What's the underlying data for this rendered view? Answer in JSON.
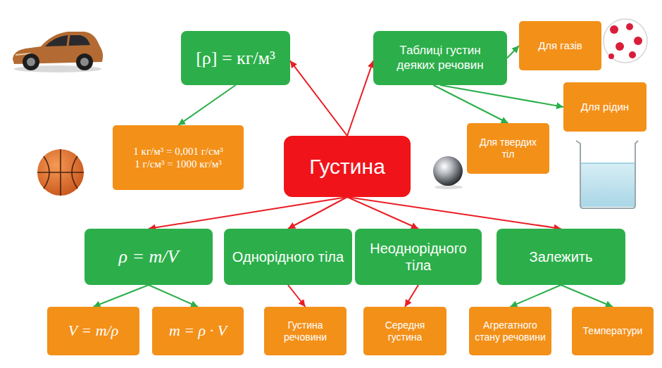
{
  "diagram": {
    "nodes": [
      {
        "text": [
          "[ρ] = кг/м³"
        ]
      },
      {
        "text": [
          "Таблиці густин деяких речовин"
        ]
      },
      {
        "text": [
          "Для газів"
        ]
      },
      {
        "text": [
          "Для рідин"
        ]
      },
      {
        "text": [
          "1 кг/м³ = 0,001 г/см³",
          "1 г/см³ = 1000 кг/м³"
        ]
      },
      {
        "text": [
          "Густина"
        ]
      },
      {
        "text": [
          "Для твердих тіл"
        ]
      },
      {
        "text": [
          "ρ = m/V"
        ]
      },
      {
        "text": [
          "Однорідного тіла"
        ]
      },
      {
        "text": [
          "Неоднорідного тіла"
        ]
      },
      {
        "text": [
          "Залежить"
        ]
      },
      {
        "text": [
          "V = m/ρ"
        ]
      },
      {
        "text": [
          "m = ρ · V"
        ]
      },
      {
        "text": [
          "Густина речовини"
        ]
      },
      {
        "text": [
          "Середня густина"
        ]
      },
      {
        "text": [
          "Агрегатного стану речовини"
        ]
      },
      {
        "text": [
          "Температури"
        ]
      }
    ],
    "edges": [
      {
        "from": 5,
        "to": 0,
        "arrow": "to"
      },
      {
        "from": 5,
        "to": 1,
        "arrow": "to"
      },
      {
        "from": 0,
        "to": 4,
        "arrow": "to"
      },
      {
        "from": 1,
        "to": 2,
        "arrow": "to"
      },
      {
        "from": 1,
        "to": 3,
        "arrow": "to"
      },
      {
        "from": 1,
        "to": 6,
        "arrow": "to"
      },
      {
        "from": 5,
        "to": 7,
        "arrow": "to"
      },
      {
        "from": 5,
        "to": 8,
        "arrow": "to"
      },
      {
        "from": 5,
        "to": 9,
        "arrow": "to"
      },
      {
        "from": 5,
        "to": 10,
        "arrow": "to"
      },
      {
        "from": 7,
        "to": 11,
        "arrow": "to"
      },
      {
        "from": 7,
        "to": 12,
        "arrow": "to"
      },
      {
        "from": 8,
        "to": 13,
        "arrow": "to"
      },
      {
        "from": 9,
        "to": 14,
        "arrow": "to"
      },
      {
        "from": 10,
        "to": 15,
        "arrow": "to"
      },
      {
        "from": 10,
        "to": 16,
        "arrow": "to"
      }
    ]
  }
}
